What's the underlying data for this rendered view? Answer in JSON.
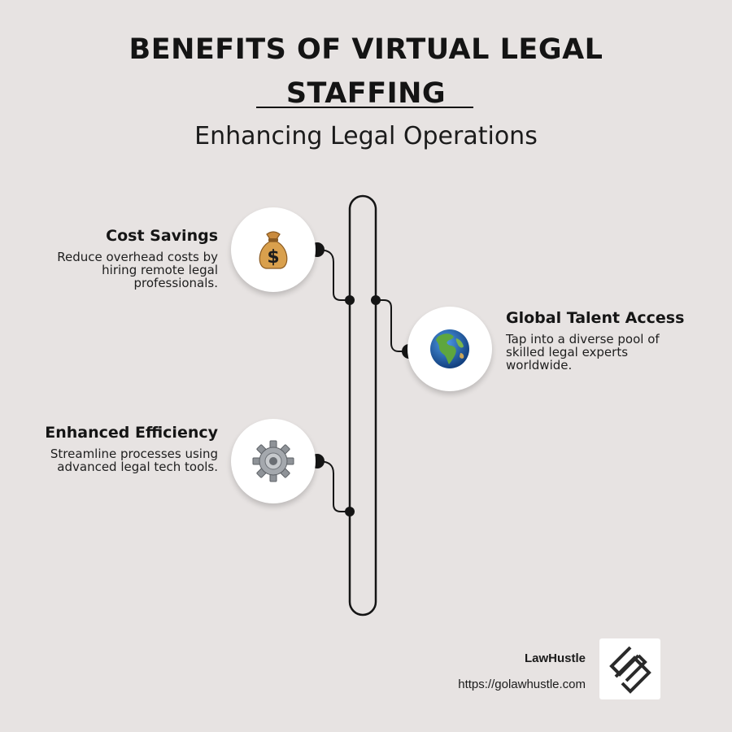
{
  "header": {
    "title_line1": "BENEFITS OF VIRTUAL LEGAL",
    "title_line2": "STAFFING",
    "subtitle": "Enhancing Legal Operations"
  },
  "items": [
    {
      "title": "Cost Savings",
      "description": "Reduce overhead costs by hiring remote legal professionals.",
      "icon": "money-bag-icon",
      "side": "left"
    },
    {
      "title": "Global Talent Access",
      "description": "Tap into a diverse pool of skilled legal experts worldwide.",
      "icon": "globe-icon",
      "side": "right"
    },
    {
      "title": "Enhanced Efficiency",
      "description": "Streamline processes using advanced legal tech tools.",
      "icon": "gear-icon",
      "side": "left"
    }
  ],
  "footer": {
    "brand": "LawHustle",
    "url": "https://golawhustle.com",
    "logo_icon": "lawhustle-logo-icon"
  },
  "colors": {
    "background": "#e7e3e2",
    "line": "#151515",
    "circle": "#ffffff"
  }
}
